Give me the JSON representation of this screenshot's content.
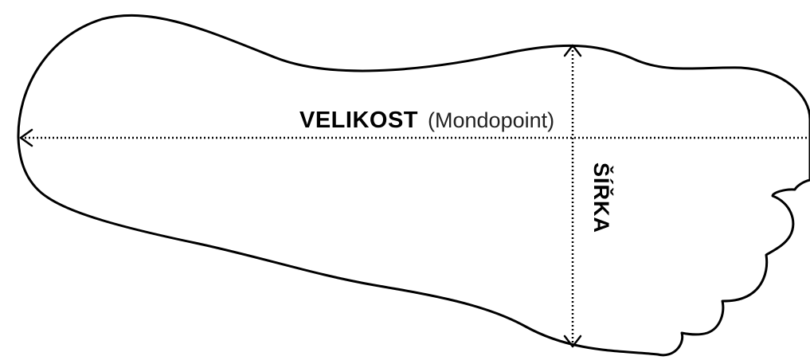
{
  "diagram": {
    "length_label": {
      "strong": "VELIKOST",
      "light": "(Mondopoint)"
    },
    "width_label": "ŠÍŘKA"
  },
  "colors": {
    "outline": "#000000",
    "background": "#ffffff"
  },
  "icons": {
    "length_arrow": "left-arrowhead",
    "width_arrow": "double-arrowheads-vertical"
  }
}
